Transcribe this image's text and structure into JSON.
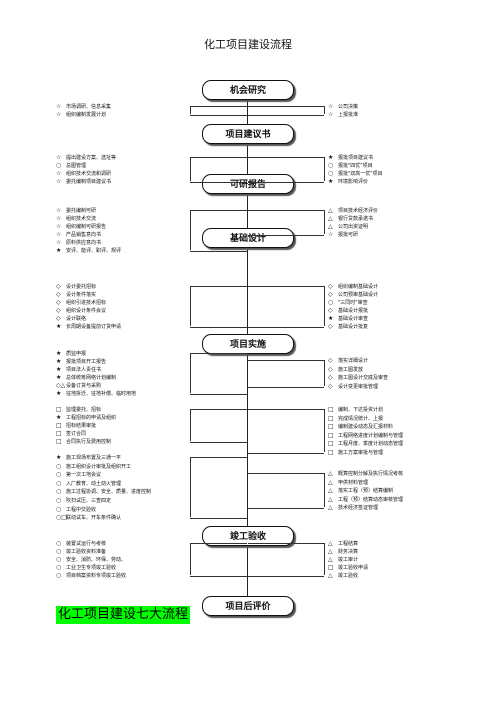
{
  "doc_title": "化工项目建设流程",
  "footer_label": "化工项目建设七大流程",
  "stages": [
    {
      "name": "机会研究",
      "left": [
        {
          "sym": "☆",
          "text": "市场调研、信息采集"
        },
        {
          "sym": "☆",
          "text": "组织编制发展计划"
        }
      ],
      "right": [
        {
          "sym": "☆",
          "text": "公司决策"
        },
        {
          "sym": "☆",
          "text": "上报批准"
        }
      ]
    },
    {
      "name": "项目建议书",
      "left": [
        {
          "sym": "☆",
          "text": "提出建设方案、选址等"
        },
        {
          "sym": "○",
          "text": "总图管理"
        },
        {
          "sym": "☆",
          "text": "组织技术交流和调研"
        },
        {
          "sym": "☆",
          "text": "委托编制项目建议书"
        }
      ],
      "right": [
        {
          "sym": "★",
          "text": "报批项目建议书"
        },
        {
          "sym": "○",
          "text": "报批\"四优\"项目"
        },
        {
          "sym": "○",
          "text": "报批\"双高一优\"项目"
        },
        {
          "sym": "★",
          "text": "环境影响评价"
        }
      ]
    },
    {
      "name": "可研报告",
      "left": [
        {
          "sym": "☆",
          "text": "委托编制可研"
        },
        {
          "sym": "☆",
          "text": "组织技术交流"
        },
        {
          "sym": "☆",
          "text": "组织编制可研报告"
        },
        {
          "sym": "☆",
          "text": "产品销售意向书"
        },
        {
          "sym": "☆",
          "text": "原料供应意向书"
        },
        {
          "sym": "★",
          "text": "安评、能评、职评、规评"
        }
      ],
      "right": [
        {
          "sym": "△",
          "text": "项目技术经济评价"
        },
        {
          "sym": "△",
          "text": "银行贷款承诺书"
        },
        {
          "sym": "△",
          "text": "公司出资证明"
        },
        {
          "sym": "☆",
          "text": "报批可研"
        }
      ]
    },
    {
      "name": "基础设计",
      "left": [
        {
          "sym": "◇",
          "text": "设计委托招标"
        },
        {
          "sym": "◇",
          "text": "设计条件落实"
        },
        {
          "sym": "◇",
          "text": "组织引进技术招标"
        },
        {
          "sym": "◇",
          "text": "组织设计条件会议"
        },
        {
          "sym": "◇",
          "text": "设计联络"
        },
        {
          "sym": "★",
          "text": "长周期设备提前订货申请"
        }
      ],
      "right": [
        {
          "sym": "◇",
          "text": "组织编制基础设计"
        },
        {
          "sym": "◇",
          "text": "公司预审基础设计"
        },
        {
          "sym": "○",
          "text": "\"三同时\"审查"
        },
        {
          "sym": "◇",
          "text": "基础设计报批"
        },
        {
          "sym": "★",
          "text": "基础设计审查"
        },
        {
          "sym": "◇",
          "text": "基础设计批复"
        }
      ]
    },
    {
      "name": "项目实施",
      "left": [
        {
          "sym": "★",
          "text": "质监申报"
        },
        {
          "sym": "★",
          "text": "报批项目开工报告"
        },
        {
          "sym": "★",
          "text": "项目法人责任书"
        },
        {
          "sym": "★",
          "text": "总体统筹网络计划编制"
        },
        {
          "sym": "◇△",
          "text": "设备订货与采购"
        },
        {
          "sym": "★",
          "text": "征地拆迁、征地补偿、临时用地"
        },
        {
          "sym": "□",
          "text": "监理委托、招标"
        },
        {
          "sym": "★",
          "text": "工程招标的申请及组织"
        },
        {
          "sym": "□",
          "text": "招标结果审批"
        },
        {
          "sym": "□",
          "text": "签订合同"
        },
        {
          "sym": "□",
          "text": "合同执行及费用控制"
        },
        {
          "sym": "★",
          "text": "施工现场布置及三通一平"
        },
        {
          "sym": "○",
          "text": "施工组织设计审批及组织开工"
        },
        {
          "sym": "○",
          "text": "第一次工地会议"
        },
        {
          "sym": "○",
          "text": "入厂教育、动土动火管理"
        },
        {
          "sym": "○",
          "text": "施工过程协调、安全、质量、进度控制"
        },
        {
          "sym": "○",
          "text": "吹扫试压、三查四定"
        },
        {
          "sym": "○",
          "text": "工程中交验收"
        },
        {
          "sym": "○□",
          "text": "联动试车、开车条件确认"
        }
      ],
      "right": [
        {
          "sym": "◇",
          "text": "落实详细设计"
        },
        {
          "sym": "◇",
          "text": "施工图发放"
        },
        {
          "sym": "◇",
          "text": "施工图设计交底及审查"
        },
        {
          "sym": "◇",
          "text": "设计变更审批管理"
        },
        {
          "sym": "□",
          "text": "编制、下达投资计划"
        },
        {
          "sym": "□",
          "text": "完成情况统计、上报"
        },
        {
          "sym": "□",
          "text": "编制建设动态及汇报材料"
        },
        {
          "sym": "□",
          "text": "工程网络进度计划编制与管理"
        },
        {
          "sym": "□",
          "text": "工程月度、季度计划动态管理"
        },
        {
          "sym": "□",
          "text": "施工方案审批与管理"
        },
        {
          "sym": "△",
          "text": "概算控制分解及执行情况考核"
        },
        {
          "sym": "△",
          "text": "甲供材料管理"
        },
        {
          "sym": "△",
          "text": "落实工程（预）结算编制"
        },
        {
          "sym": "△",
          "text": "工程（预）结算动态审核管理"
        },
        {
          "sym": "△",
          "text": "技术经济签证管理"
        }
      ]
    },
    {
      "name": "竣工验收",
      "left": [
        {
          "sym": "○",
          "text": "装置试运行与考核"
        },
        {
          "sym": "○",
          "text": "竣工验收资料准备"
        },
        {
          "sym": "○",
          "text": "安全、消防、环保、劳动、"
        },
        {
          "sym": "○",
          "text": "工业卫生专项竣工验收"
        },
        {
          "sym": "○",
          "text": "项目档案资料专项竣工验收"
        }
      ],
      "right": [
        {
          "sym": "△",
          "text": "工程结算"
        },
        {
          "sym": "△",
          "text": "财务决算"
        },
        {
          "sym": "△",
          "text": "竣工审计"
        },
        {
          "sym": "□",
          "text": "竣工验收申请"
        },
        {
          "sym": "△",
          "text": "竣工验收"
        }
      ]
    },
    {
      "name": "项目后评价",
      "left": [],
      "right": []
    }
  ]
}
